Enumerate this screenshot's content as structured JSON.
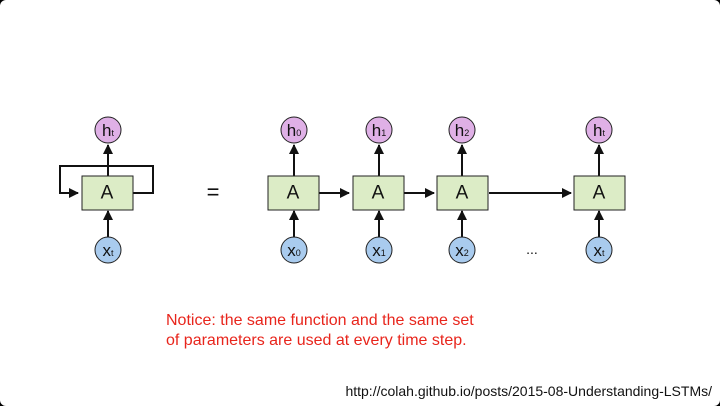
{
  "diagram": {
    "folded": {
      "cell_label": "A",
      "output": {
        "main": "h",
        "sub": "t"
      },
      "input": {
        "main": "x",
        "sub": "t"
      }
    },
    "equals": "=",
    "unrolled": [
      {
        "cell_label": "A",
        "output": {
          "main": "h",
          "sub": "0"
        },
        "input": {
          "main": "x",
          "sub": "0"
        }
      },
      {
        "cell_label": "A",
        "output": {
          "main": "h",
          "sub": "1"
        },
        "input": {
          "main": "x",
          "sub": "1"
        }
      },
      {
        "cell_label": "A",
        "output": {
          "main": "h",
          "sub": "2"
        },
        "input": {
          "main": "x",
          "sub": "2"
        }
      },
      {
        "cell_label": "A",
        "output": {
          "main": "h",
          "sub": "t"
        },
        "input": {
          "main": "x",
          "sub": "t"
        }
      }
    ],
    "ellipsis": "...",
    "colors": {
      "cell_fill": "#dcecc6",
      "output_fill": "#dfb0e6",
      "input_fill": "#a9cbee",
      "note_color": "#e8251c"
    }
  },
  "note": {
    "line1": "Notice: the same function and the same set",
    "line2": "of parameters are used at every time step."
  },
  "source_url": "http://colah.github.io/posts/2015-08-Understanding-LSTMs/"
}
